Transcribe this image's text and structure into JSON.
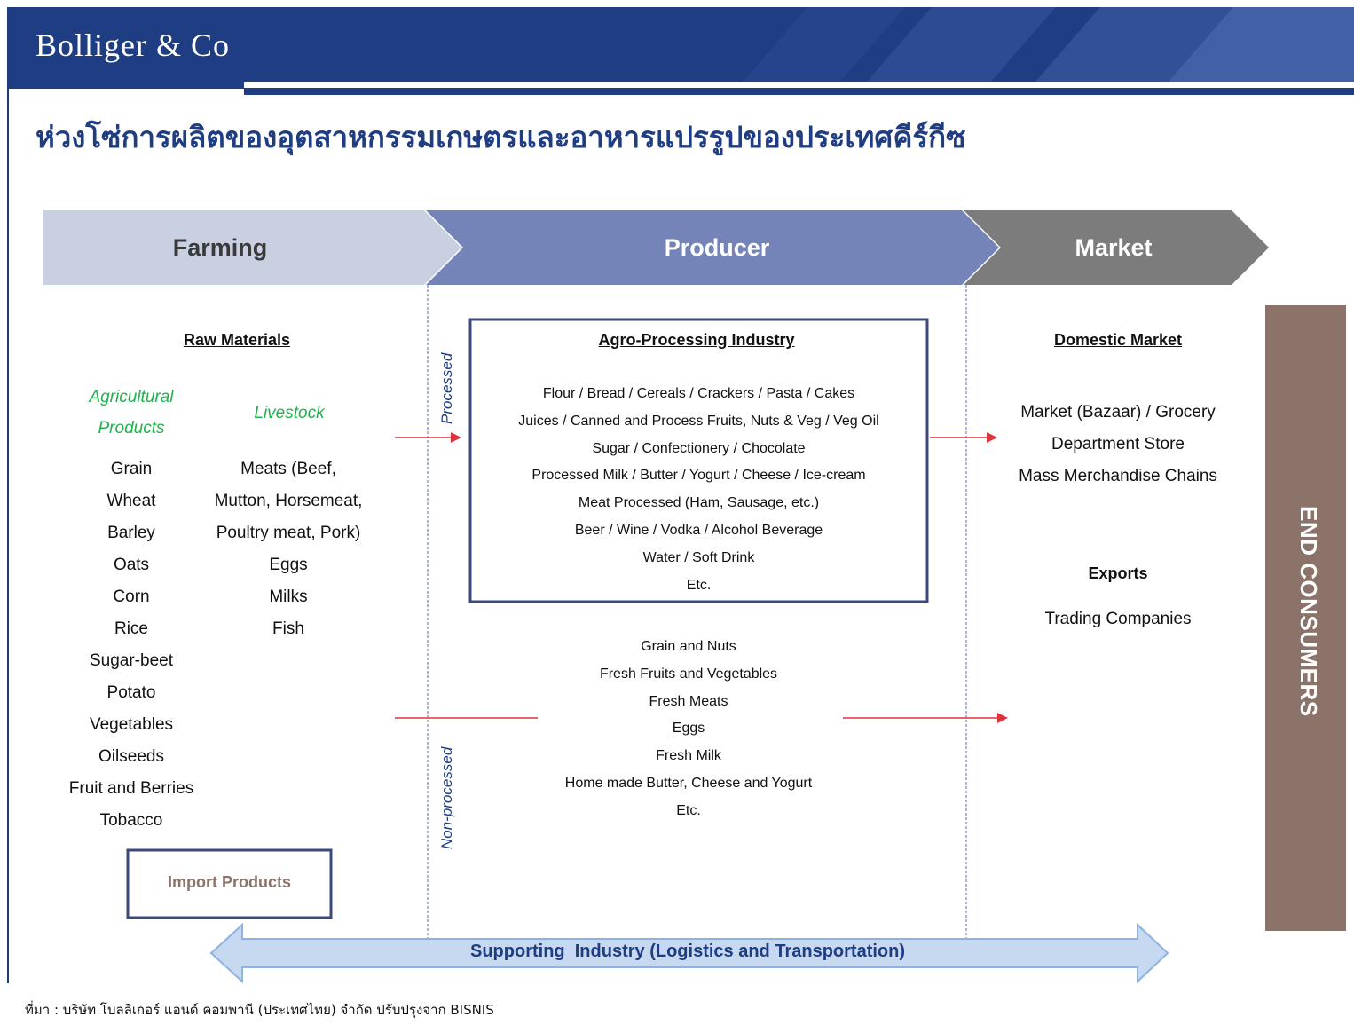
{
  "header": {
    "logo": "Bolliger & Co",
    "title": "ห่วงโซ่การผลิตของอุตสาหกรรมเกษตรและอาหารแปรรูปของประเทศคีร์กีซ"
  },
  "stages": {
    "farming": "Farming",
    "producer": "Producer",
    "market": "Market"
  },
  "farming": {
    "raw_materials": "Raw Materials",
    "agri_line1": "Agricultural",
    "agri_line2": "Products",
    "livestock": "Livestock",
    "agri_items": [
      "Grain",
      "Wheat",
      "Barley",
      "Oats",
      "Corn",
      "Rice",
      "Sugar-beet",
      "Potato",
      "Vegetables",
      "Oilseeds",
      "Fruit and Berries",
      "Tobacco"
    ],
    "livestock_items": [
      "Meats (Beef,",
      "Mutton, Horsemeat,",
      "Poultry meat, Pork)",
      "Eggs",
      "Milks",
      "Fish"
    ],
    "import": "Import Products"
  },
  "producer": {
    "processed": "Processed",
    "non_processed": "Non-processed",
    "agro_title": "Agro-Processing Industry",
    "agro_items": [
      "Flour / Bread / Cereals / Crackers / Pasta / Cakes",
      "Juices / Canned and Process Fruits, Nuts & Veg / Veg Oil",
      "Sugar / Confectionery / Chocolate",
      "Processed Milk / Butter / Yogurt / Cheese / Ice-cream",
      "Meat Processed (Ham, Sausage, etc.)",
      "Beer / Wine / Vodka / Alcohol Beverage",
      "Water / Soft Drink",
      "Etc."
    ],
    "fresh_items": [
      "Grain and Nuts",
      "Fresh Fruits and Vegetables",
      "Fresh Meats",
      "Eggs",
      "Fresh Milk",
      "Home made Butter, Cheese and Yogurt",
      "Etc."
    ]
  },
  "market": {
    "domestic_title": "Domestic Market",
    "domestic_items": [
      "Market (Bazaar) / Grocery",
      "Department Store",
      "Mass Merchandise Chains"
    ],
    "exports_title": "Exports",
    "exports_items": [
      "Trading Companies"
    ]
  },
  "end_consumers": "END CONSUMERS",
  "supporting": "Supporting  Industry (Logistics and Transportation)",
  "footnote": "ที่มา : บริษัท โบลลิเกอร์ แอนด์ คอมพานี (ประเทศไทย) จำกัด ปรับปรุงจาก BISNIS",
  "colors": {
    "navy": "#1f3d82",
    "farming_chevron": "#c8d0e2",
    "producer_chevron": "#7484b8",
    "market_chevron": "#7c7c7c",
    "end_consumers": "#8c7369",
    "green": "#22b14c",
    "arrow_red": "#e0323c",
    "support_arrow": "#c6d9f0"
  }
}
